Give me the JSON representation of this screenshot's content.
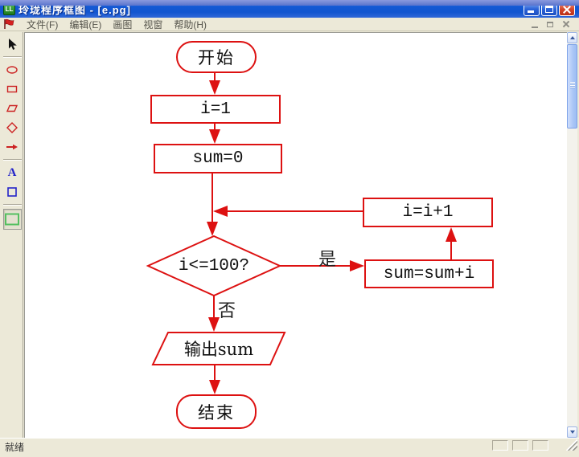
{
  "window": {
    "title": "玲珑程序框图 - [e.pg]",
    "icon_label": "LL"
  },
  "menu_bar": {
    "items": [
      {
        "label": "文件(F)"
      },
      {
        "label": "编辑(E)"
      },
      {
        "label": "画图"
      },
      {
        "label": "视窗"
      },
      {
        "label": "帮助(H)"
      }
    ]
  },
  "toolbar": {
    "text_tool_label": "A",
    "tools": [
      {
        "name": "select-cursor"
      },
      {
        "name": "terminal-oval-shape"
      },
      {
        "name": "rectangle-shape"
      },
      {
        "name": "parallelogram-shape"
      },
      {
        "name": "diamond-shape"
      },
      {
        "name": "arrow-connector"
      },
      {
        "name": "text-tool"
      },
      {
        "name": "blue-rectangle-tool"
      },
      {
        "name": "green-rectangle-tool"
      }
    ]
  },
  "flowchart": {
    "nodes": {
      "start": {
        "label": "开始",
        "type": "terminal"
      },
      "init_i": {
        "label": "i=1",
        "type": "process"
      },
      "init_sum": {
        "label": "sum=0",
        "type": "process"
      },
      "decision": {
        "label": "i<=100?",
        "type": "decision"
      },
      "add": {
        "label": "sum=sum+i",
        "type": "process"
      },
      "increment": {
        "label": "i=i+1",
        "type": "process"
      },
      "output": {
        "label": "输出sum",
        "type": "io"
      },
      "end": {
        "label": "结束",
        "type": "terminal"
      }
    },
    "edge_labels": {
      "yes": "是",
      "no": "否"
    },
    "colors": {
      "shape_stroke": "#dd1111",
      "node_text": "#111111"
    }
  },
  "status_bar": {
    "text": "就绪"
  }
}
